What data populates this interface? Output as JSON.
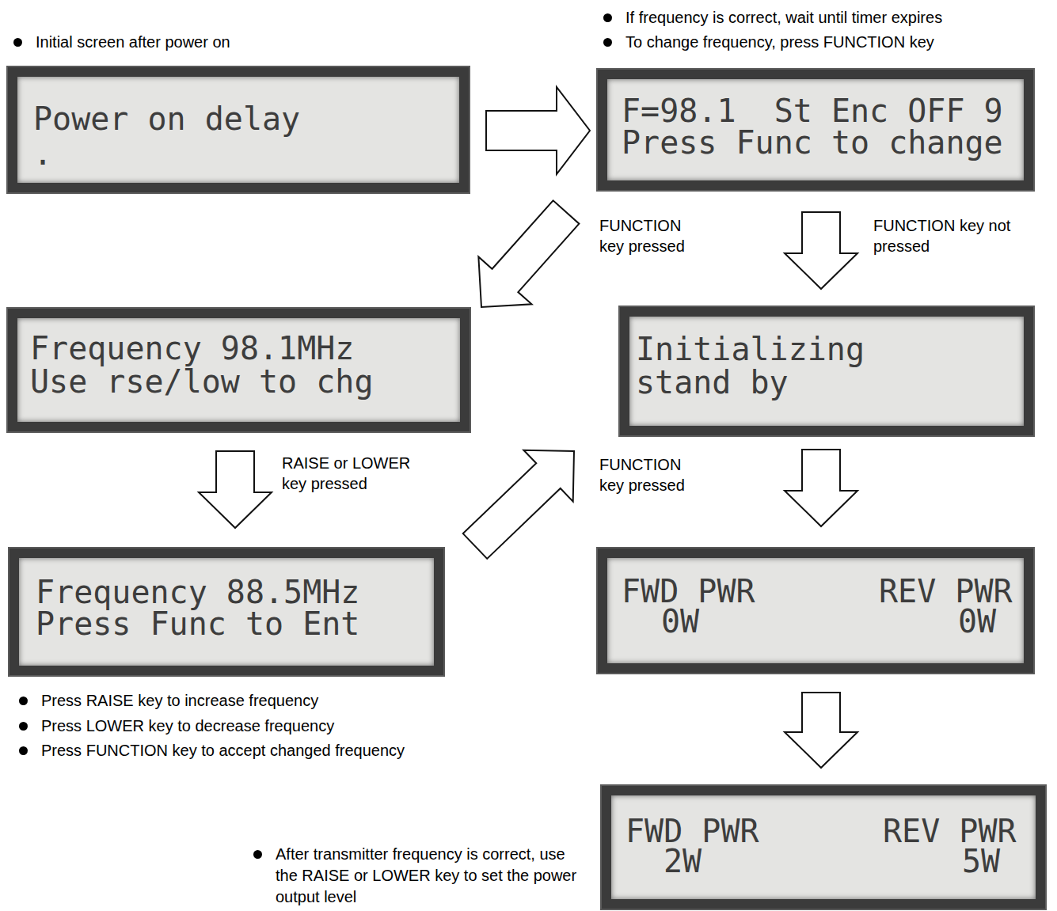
{
  "diagram": {
    "nodes": [
      {
        "text": [
          "Power on delay",
          "."
        ]
      },
      {
        "text": [
          "F=98.1  St Enc OFF 9",
          "Press Func to change"
        ]
      },
      {
        "text": [
          "Frequency 98.1MHz",
          "Use rse/low to chg"
        ]
      },
      {
        "text": [
          "Initializing",
          "stand by"
        ]
      },
      {
        "text": [
          "Frequency 88.5MHz",
          "Press Func to Ent"
        ]
      },
      {
        "text": [
          "FWD PWR",
          "0W",
          "REV PWR",
          "0W"
        ]
      },
      {
        "text": [
          "FWD PWR",
          "2W",
          "REV PWR",
          "5W"
        ]
      }
    ],
    "edges": [
      {
        "from": 0,
        "to": 1,
        "arrow": "to"
      },
      {
        "from": 1,
        "to": 2,
        "label": "FUNCTION key pressed",
        "arrow": "to"
      },
      {
        "from": 1,
        "to": 3,
        "label": "FUNCTION key not pressed",
        "arrow": "to"
      },
      {
        "from": 2,
        "to": 4,
        "label": "RAISE or LOWER key pressed",
        "arrow": "to"
      },
      {
        "from": 4,
        "to": 3,
        "label": "FUNCTION key pressed",
        "arrow": "to"
      },
      {
        "from": 3,
        "to": 5,
        "arrow": "to"
      },
      {
        "from": 5,
        "to": 6,
        "arrow": "to"
      }
    ],
    "labels": [
      "Initial screen after power on",
      "If frequency is correct, wait until timer expires",
      "To change frequency, press FUNCTION key",
      "Press RAISE key to increase frequency",
      "Press LOWER key to decrease frequency",
      "Press FUNCTION key to accept changed frequency",
      "After transmitter frequency is correct, use the RAISE or LOWER key to set the power output level"
    ]
  }
}
